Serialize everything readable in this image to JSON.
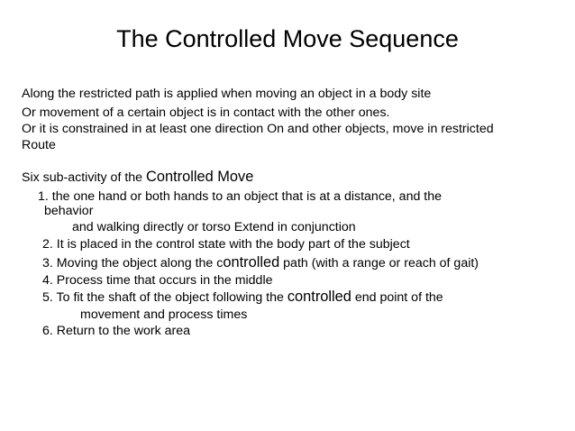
{
  "slide": {
    "title": "The Controlled Move Sequence",
    "intro_lines": [
      "Along the restricted path is applied when moving an object in a body site",
      "Or movement of a certain object is in contact with the other ones.",
      "Or it is constrained in at least one direction On and other objects, move in restricted",
      "Route"
    ],
    "subheading_prefix": "Six sub-activity of the ",
    "subheading_emphasis": "Controlled Move",
    "list_lines": [
      {
        "text": " 1. the one hand or both hands to an object that is at a distance, and the"
      },
      {
        "text": "behavior"
      },
      {
        "text": "and walking directly or torso Extend in conjunction"
      },
      {
        "text": "2. It is placed in the control state with the body part of the subject"
      },
      {
        "pre": "3. Moving the object along the c",
        "big": "ontrolled",
        "post": " path (with a range or reach of gait)"
      },
      {
        "text": "4. Process time that occurs in the middle"
      },
      {
        "pre": "5. To fit the shaft of the object following the ",
        "big": "controlled",
        "post": " end point of the"
      },
      {
        "text": "movement and process times"
      },
      {
        "text": "6. Return to the work area"
      }
    ]
  }
}
